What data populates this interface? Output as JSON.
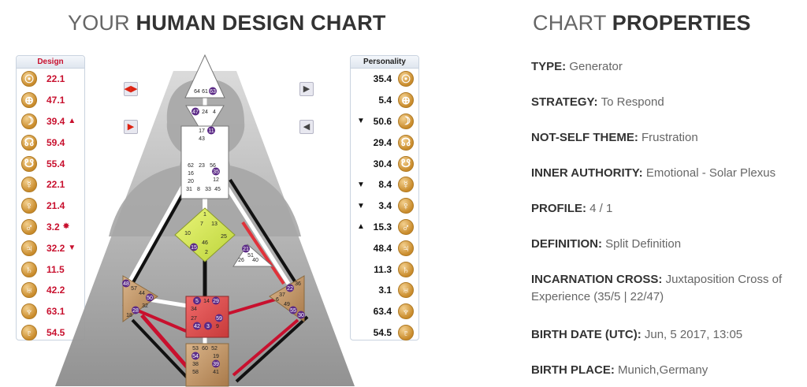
{
  "chart_header": {
    "light": "YOUR",
    "bold": "HUMAN DESIGN CHART"
  },
  "props_header": {
    "light": "CHART",
    "bold": "PROPERTIES"
  },
  "design": {
    "title": "Design",
    "rows": [
      {
        "icon": "sun-icon",
        "glyph": "☉",
        "value": "22.1",
        "mark": ""
      },
      {
        "icon": "earth-icon",
        "glyph": "⊕",
        "value": "47.1",
        "mark": ""
      },
      {
        "icon": "moon-icon",
        "glyph": "☽",
        "value": "39.4",
        "mark": "▲"
      },
      {
        "icon": "north-node-icon",
        "glyph": "☊",
        "value": "59.4",
        "mark": ""
      },
      {
        "icon": "south-node-icon",
        "glyph": "☋",
        "value": "55.4",
        "mark": ""
      },
      {
        "icon": "mercury-icon",
        "glyph": "☿",
        "value": "22.1",
        "mark": ""
      },
      {
        "icon": "venus-icon",
        "glyph": "♀",
        "value": "21.4",
        "mark": ""
      },
      {
        "icon": "mars-icon",
        "glyph": "♂",
        "value": "3.2",
        "mark": "✸"
      },
      {
        "icon": "jupiter-icon",
        "glyph": "♃",
        "value": "32.2",
        "mark": "▼"
      },
      {
        "icon": "saturn-icon",
        "glyph": "♄",
        "value": "11.5",
        "mark": ""
      },
      {
        "icon": "uranus-icon",
        "glyph": "♅",
        "value": "42.2",
        "mark": ""
      },
      {
        "icon": "neptune-icon",
        "glyph": "♆",
        "value": "63.1",
        "mark": ""
      },
      {
        "icon": "pluto-icon",
        "glyph": "♇",
        "value": "54.5",
        "mark": ""
      }
    ]
  },
  "personality": {
    "title": "Personality",
    "rows": [
      {
        "icon": "sun-icon",
        "glyph": "☉",
        "value": "35.4",
        "mark": ""
      },
      {
        "icon": "earth-icon",
        "glyph": "⊕",
        "value": "5.4",
        "mark": ""
      },
      {
        "icon": "moon-icon",
        "glyph": "☽",
        "value": "50.6",
        "mark": "▼"
      },
      {
        "icon": "north-node-icon",
        "glyph": "☊",
        "value": "29.4",
        "mark": ""
      },
      {
        "icon": "south-node-icon",
        "glyph": "☋",
        "value": "30.4",
        "mark": ""
      },
      {
        "icon": "mercury-icon",
        "glyph": "☿",
        "value": "8.4",
        "mark": "▼"
      },
      {
        "icon": "venus-icon",
        "glyph": "♀",
        "value": "3.4",
        "mark": "▼"
      },
      {
        "icon": "mars-icon",
        "glyph": "♂",
        "value": "15.3",
        "mark": "▲"
      },
      {
        "icon": "jupiter-icon",
        "glyph": "♃",
        "value": "48.4",
        "mark": ""
      },
      {
        "icon": "saturn-icon",
        "glyph": "♄",
        "value": "11.3",
        "mark": ""
      },
      {
        "icon": "uranus-icon",
        "glyph": "♅",
        "value": "3.1",
        "mark": ""
      },
      {
        "icon": "neptune-icon",
        "glyph": "♆",
        "value": "63.4",
        "mark": ""
      },
      {
        "icon": "pluto-icon",
        "glyph": "♇",
        "value": "54.5",
        "mark": ""
      }
    ]
  },
  "colors": {
    "design_red": "#c8102e",
    "personality_black": "#111111",
    "defined_center_tan": "#c9a074",
    "defined_center_red": "#e55a5a",
    "defined_center_green": "#d7ec5a",
    "active_gate_purple": "#5b2a86",
    "silhouette_gray": "#a6a6a6"
  },
  "centers": {
    "head": [
      "64",
      "61",
      "63"
    ],
    "ajna": [
      "47",
      "24",
      "4"
    ],
    "throat": [
      "17",
      "11",
      "43",
      "62",
      "23",
      "56",
      "16",
      "35",
      "12",
      "20",
      "31",
      "8",
      "33",
      "45"
    ],
    "g": [
      "1",
      "7",
      "13",
      "10",
      "25",
      "15",
      "46",
      "2"
    ],
    "ego": [
      "21",
      "51",
      "26",
      "40"
    ],
    "spleen": [
      "48",
      "57",
      "44",
      "50",
      "32",
      "28",
      "18"
    ],
    "solar_plexus": [
      "36",
      "22",
      "37",
      "6",
      "49",
      "55",
      "30"
    ],
    "sacral": [
      "5",
      "14",
      "29",
      "34",
      "27",
      "59",
      "42",
      "3",
      "9"
    ],
    "root": [
      "53",
      "60",
      "52",
      "54",
      "19",
      "38",
      "39",
      "58",
      "41"
    ]
  },
  "properties": [
    {
      "label": "TYPE:",
      "value": "Generator"
    },
    {
      "label": "STRATEGY:",
      "value": "To Respond"
    },
    {
      "label": "NOT-SELF THEME:",
      "value": "Frustration"
    },
    {
      "label": "INNER AUTHORITY:",
      "value": "Emotional - Solar Plexus"
    },
    {
      "label": "PROFILE:",
      "value": "4 / 1"
    },
    {
      "label": "DEFINITION:",
      "value": "Split Definition"
    },
    {
      "label": "INCARNATION CROSS:",
      "value": "Juxtaposition Cross of Experience (35/5 | 22/47)"
    },
    {
      "label": "BIRTH DATE (UTC):",
      "value": "Jun, 5 2017, 13:05"
    },
    {
      "label": "BIRTH PLACE:",
      "value": "Munich,Germany"
    }
  ]
}
